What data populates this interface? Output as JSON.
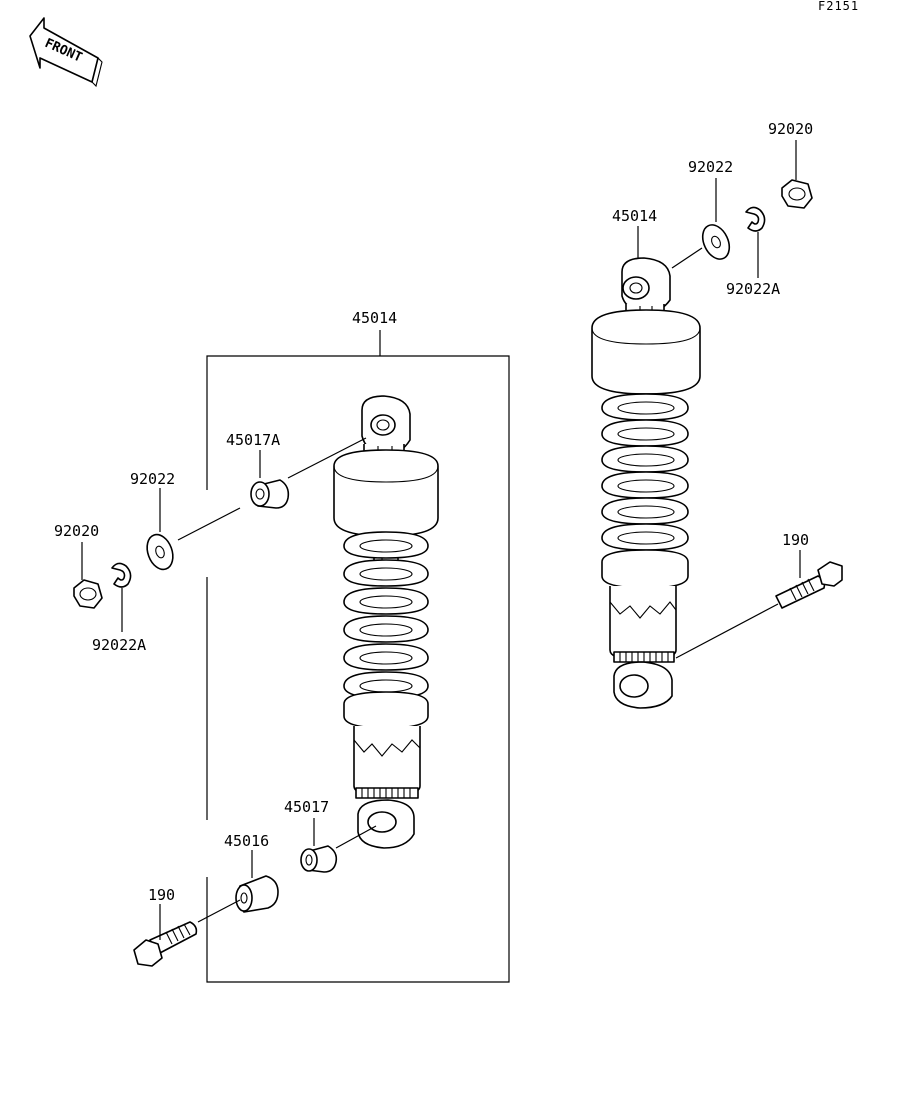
{
  "figure_code": "F2151",
  "front_marker": "FRONT",
  "labels": {
    "left_45014": "45014",
    "left_45017A": "45017A",
    "left_92022": "92022",
    "left_92020": "92020",
    "left_92022A": "92022A",
    "left_45017": "45017",
    "left_45016": "45016",
    "left_190": "190",
    "right_92020": "92020",
    "right_92022": "92022",
    "right_45014": "45014",
    "right_92022A": "92022A",
    "right_190": "190"
  }
}
